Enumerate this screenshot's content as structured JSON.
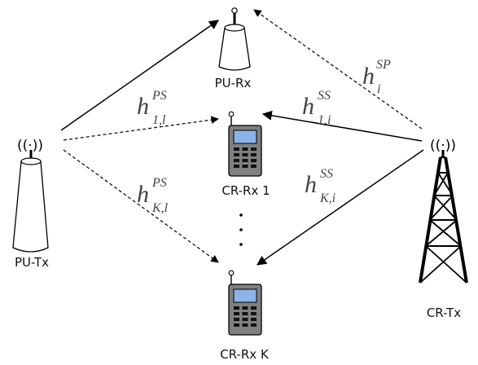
{
  "nodes": {
    "pu_tx": {
      "label": "PU-Tx"
    },
    "pu_rx": {
      "label": "PU-Rx"
    },
    "cr_rx_1": {
      "label": "CR-Rx 1"
    },
    "cr_rx_k": {
      "label": "CR-Rx K"
    },
    "cr_tx": {
      "label": "CR-Tx"
    }
  },
  "ellipsis": "·\n·\n·",
  "channels": {
    "h_i_sp": {
      "base": "h",
      "sup": "SP",
      "sub": "i"
    },
    "h_1l_ps": {
      "base": "h",
      "sup": "PS",
      "sub": "1,l"
    },
    "h_1i_ss": {
      "base": "h",
      "sup": "SS",
      "sub": "1,i"
    },
    "h_Kl_ps": {
      "base": "h",
      "sup": "PS",
      "sub": "K,l"
    },
    "h_Ki_ss": {
      "base": "h",
      "sup": "SS",
      "sub": "K,i"
    }
  },
  "signal_glyph": "((·))"
}
